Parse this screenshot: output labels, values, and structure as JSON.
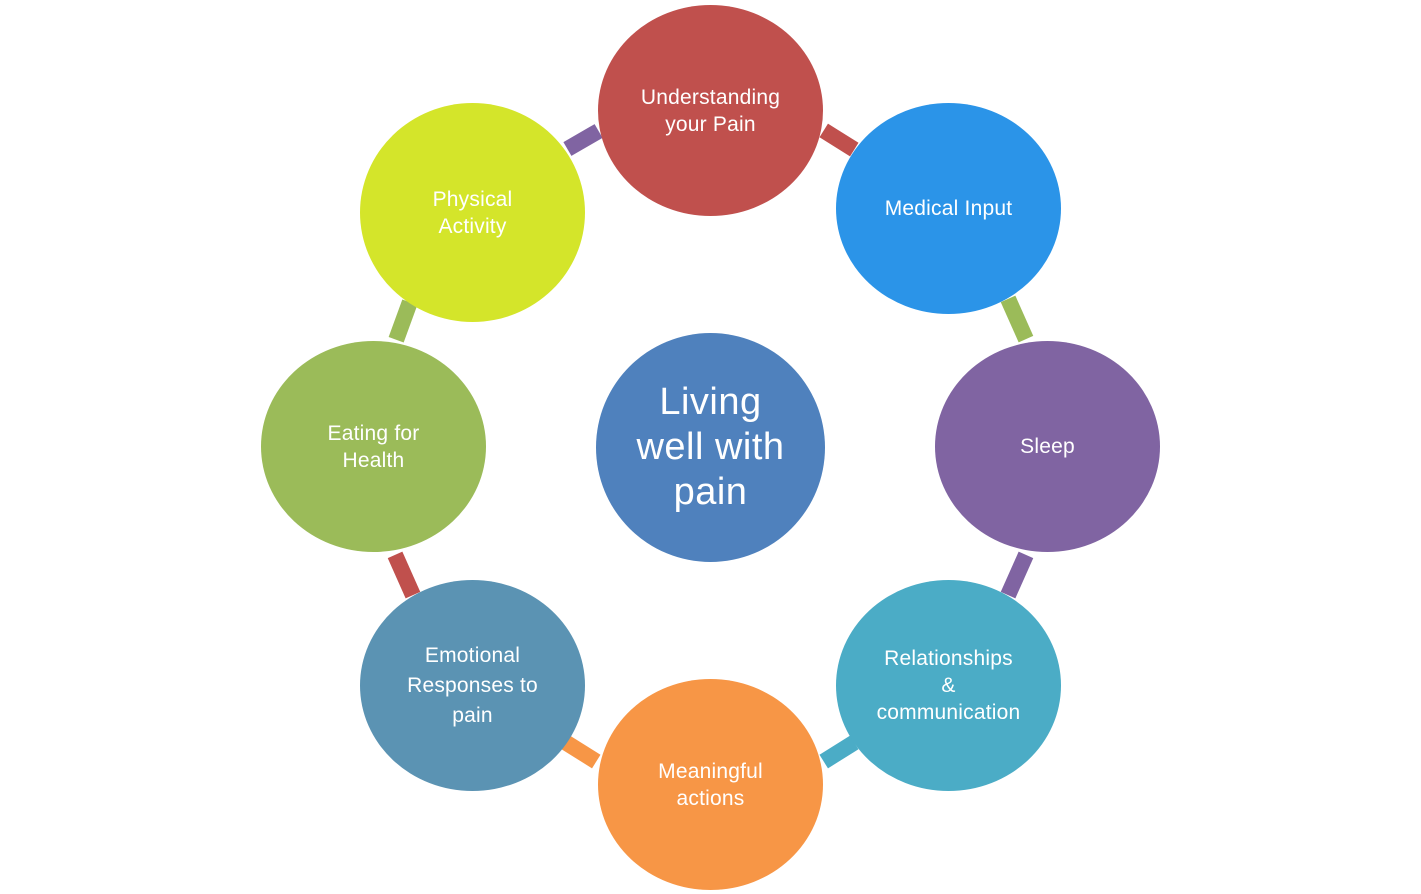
{
  "diagram": {
    "center": {
      "label": "Living\nwell with\npain",
      "color": "#4F81BD"
    },
    "nodes": [
      {
        "id": "understanding",
        "label": "Understanding\nyour Pain",
        "color": "#C0504D"
      },
      {
        "id": "medical",
        "label": "Medical Input",
        "color": "#2B94E8"
      },
      {
        "id": "sleep",
        "label": "Sleep",
        "color": "#8064A2"
      },
      {
        "id": "relationships",
        "label": "Relationships\n&\ncommunication",
        "color": "#4BACC6"
      },
      {
        "id": "meaningful",
        "label": "Meaningful\nactions",
        "color": "#F79646"
      },
      {
        "id": "emotional",
        "label": "Emotional\nResponses to\npain",
        "color": "#5B93B3"
      },
      {
        "id": "eating",
        "label": "Eating for\nHealth",
        "color": "#9BBB59"
      },
      {
        "id": "physical",
        "label": "Physical\nActivity",
        "color": "#D4E52A"
      }
    ],
    "connectors": [
      {
        "from": "understanding",
        "to": "medical",
        "color": "#C0504D"
      },
      {
        "from": "medical",
        "to": "sleep",
        "color": "#9BBB59"
      },
      {
        "from": "sleep",
        "to": "relationships",
        "color": "#8064A2"
      },
      {
        "from": "relationships",
        "to": "meaningful",
        "color": "#4BACC6"
      },
      {
        "from": "meaningful",
        "to": "emotional",
        "color": "#F79646"
      },
      {
        "from": "emotional",
        "to": "eating",
        "color": "#C0504D"
      },
      {
        "from": "eating",
        "to": "physical",
        "color": "#9BBB59"
      },
      {
        "from": "physical",
        "to": "understanding",
        "color": "#8064A2"
      }
    ]
  }
}
